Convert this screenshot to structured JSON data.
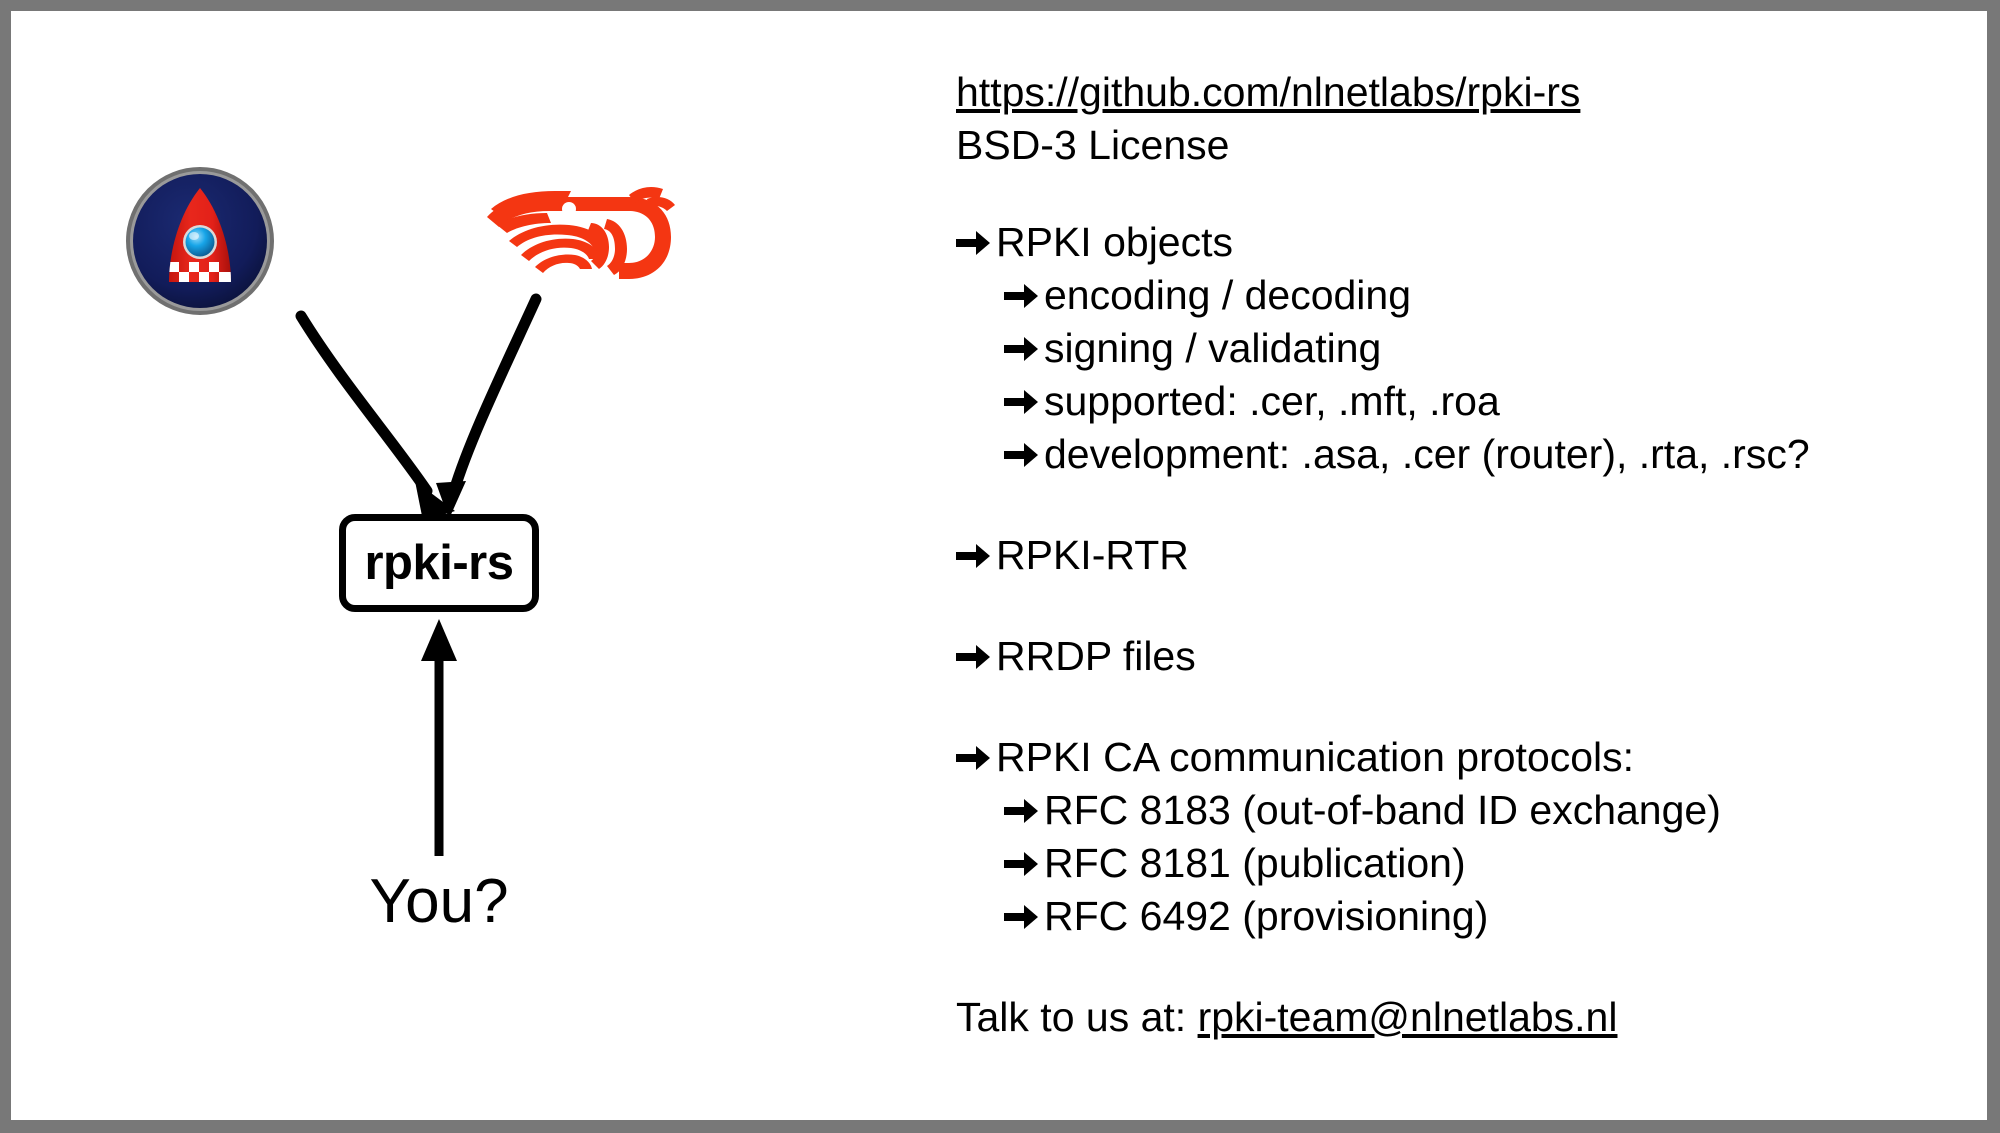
{
  "slide": {
    "frame_color": "#787878",
    "background_color": "#ffffff"
  },
  "diagram": {
    "logos": [
      {
        "name": "routinator-rocket-logo",
        "colors": {
          "circle": "#121C5A",
          "rim": "#808080",
          "rocket": "#E32119",
          "porthole": "#17A5E8",
          "checker": "#FFFFFF"
        }
      },
      {
        "name": "krill-shrimp-logo",
        "colors": {
          "body": "#F43612"
        }
      }
    ],
    "box_label": "rpki-rs",
    "bottom_label": "You?"
  },
  "content": {
    "repo_url": "https://github.com/nlnetlabs/rpki-rs",
    "license": "BSD-3 License",
    "sections": [
      {
        "bullet": "RPKI objects",
        "sub": [
          "encoding / decoding",
          "signing / validating",
          "supported: .cer, .mft, .roa",
          "development: .asa, .cer (router), .rta, .rsc?"
        ]
      },
      {
        "bullet": "RPKI-RTR",
        "sub": []
      },
      {
        "bullet": "RRDP files",
        "sub": []
      },
      {
        "bullet": "RPKI CA communication protocols:",
        "sub": [
          "RFC 8183 (out-of-band ID exchange)",
          "RFC 8181 (publication)",
          "RFC 6492 (provisioning)"
        ]
      }
    ],
    "contact_prefix": "Talk to us at: ",
    "contact_email": "rpki-team@nlnetlabs.nl"
  }
}
